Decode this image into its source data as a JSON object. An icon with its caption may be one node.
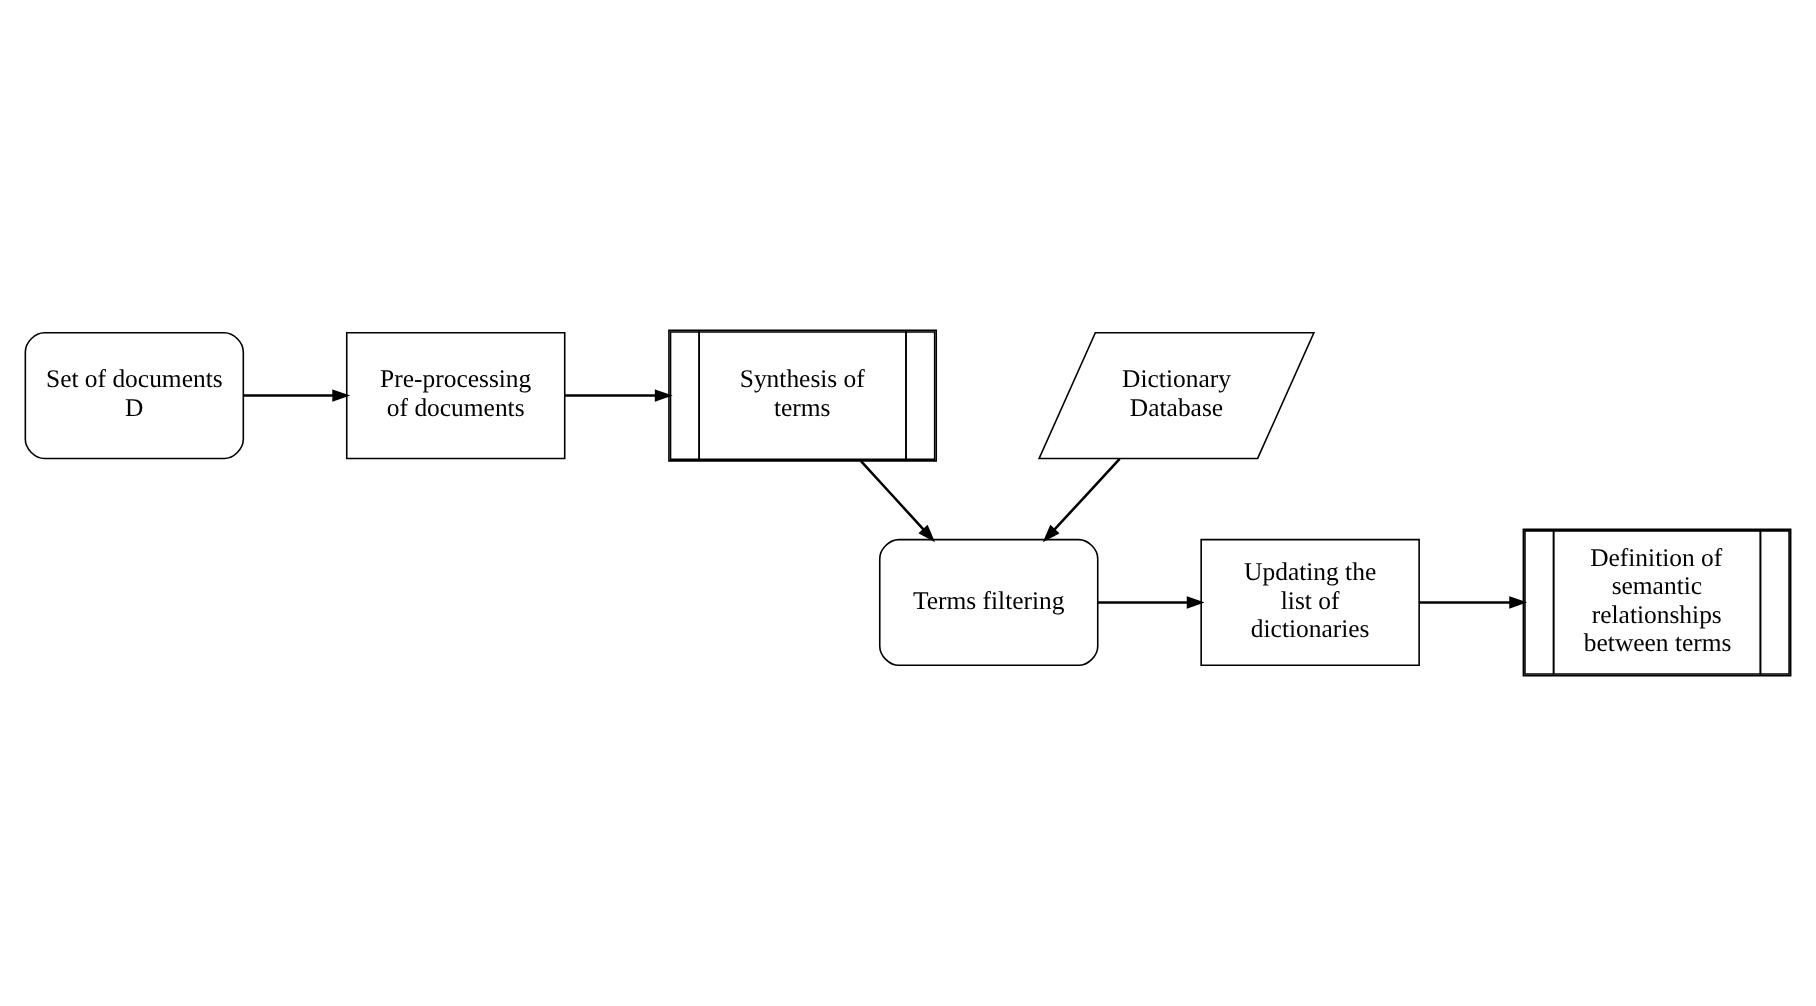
{
  "diagram": {
    "nodes": [
      {
        "text": [
          "Set of documents D"
        ]
      },
      {
        "text": [
          "Pre-processing of documents"
        ]
      },
      {
        "text": [
          "Synthesis of terms"
        ]
      },
      {
        "text": [
          "Dictionary Database"
        ]
      },
      {
        "text": [
          "Definition of semantic relationships between terms"
        ]
      },
      {
        "text": [
          "Updating the list of dictionaries"
        ]
      },
      {
        "text": [
          "Terms filtering"
        ]
      }
    ],
    "edges": [
      {
        "from": 0,
        "to": 1,
        "arrow": "to"
      },
      {
        "from": 1,
        "to": 2,
        "arrow": "to"
      },
      {
        "from": 2,
        "to": 6,
        "arrow": "to"
      },
      {
        "from": 3,
        "to": 6,
        "arrow": "to"
      },
      {
        "from": 6,
        "to": 5,
        "arrow": "to"
      },
      {
        "from": 5,
        "to": 4,
        "arrow": "to"
      }
    ]
  }
}
